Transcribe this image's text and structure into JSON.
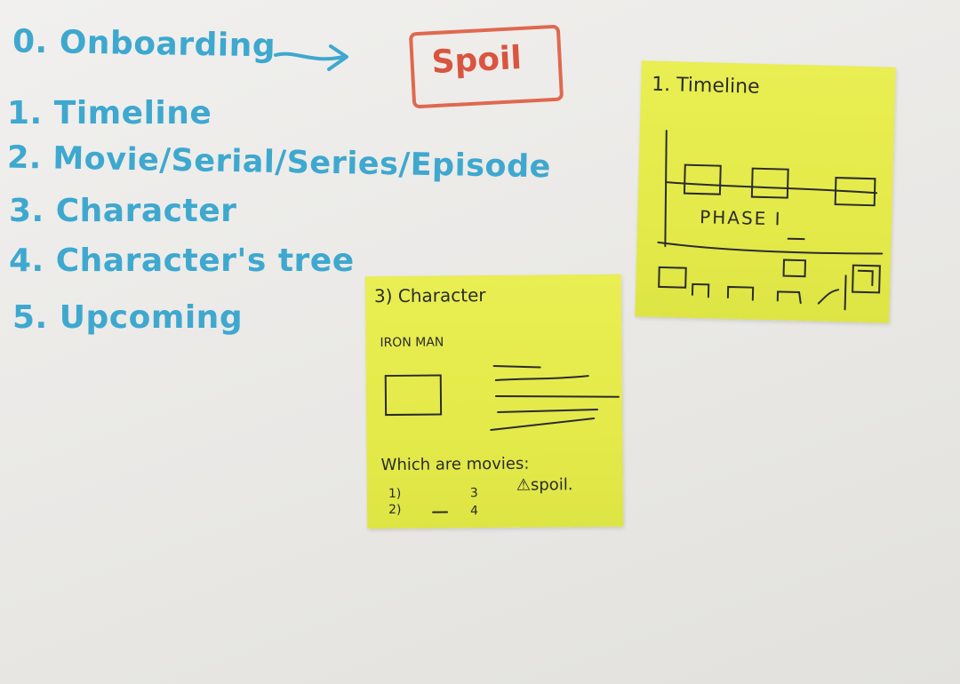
{
  "board": {
    "agenda": [
      {
        "label": "0. Onboarding"
      },
      {
        "label": "1. Timeline"
      },
      {
        "label": "2. Movie/Serial/Series/Episode"
      },
      {
        "label": "3. Character"
      },
      {
        "label": "4. Character's tree"
      },
      {
        "label": "5. Upcoming"
      }
    ],
    "spoil_label": "Spoil"
  },
  "timeline_note": {
    "title": "1. Timeline",
    "phase_label": "PHASE I"
  },
  "character_note": {
    "title": "3) Character",
    "hero_name": "IRON MAN",
    "question": "Which are movies:",
    "list_left": [
      "1)",
      "2)"
    ],
    "list_right": [
      "3",
      "4"
    ],
    "spoil_warning": "⚠spoil."
  },
  "colors": {
    "marker_blue": "#3ea8cf",
    "marker_red": "#e0684f",
    "sticky_yellow": "#e6ec4c",
    "pen": "#2b2b2b"
  }
}
